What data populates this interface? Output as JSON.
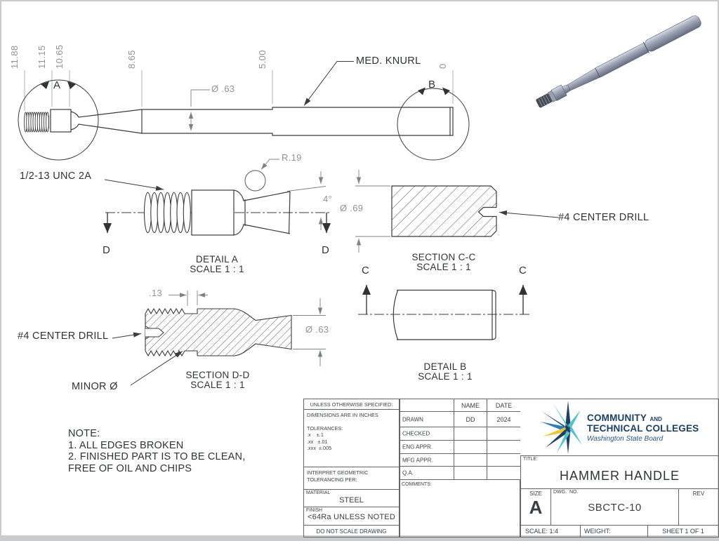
{
  "main_view": {
    "ordinates": [
      {
        "label": "11.88"
      },
      {
        "label": "11.15"
      },
      {
        "label": "10.65"
      },
      {
        "label": "8.65"
      },
      {
        "label": "5.00"
      },
      {
        "label": "0"
      }
    ],
    "knurl_label": "MED. KNURL",
    "diameter": "Ø .63",
    "detail_a_marker": "A",
    "detail_b_marker": "B"
  },
  "detail_a": {
    "title": "DETAIL A",
    "scale": "SCALE 1 : 1",
    "thread_callout": "1/2-13 UNC 2A",
    "fillet_radius": "R.19",
    "taper_angle": "4°",
    "section_marker": "D"
  },
  "section_cc": {
    "title": "SECTION C-C",
    "scale": "SCALE 1 : 1",
    "diameter": "Ø .69",
    "center_drill": "#4 CENTER DRILL"
  },
  "detail_b": {
    "title": "DETAIL B",
    "scale": "SCALE 1 : 1",
    "section_marker": "C"
  },
  "section_dd": {
    "title": "SECTION D-D",
    "scale": "SCALE 1 : 1",
    "relief_width": ".13",
    "diameter": "Ø .63",
    "center_drill": "#4 CENTER DRILL",
    "minor_dia": "MINOR Ø"
  },
  "note": {
    "lines": [
      "NOTE:",
      "1. ALL EDGES BROKEN",
      "2. FINISHED PART IS TO BE CLEAN,",
      "FREE OF OIL AND CHIPS"
    ]
  },
  "title_block": {
    "unless": "UNLESS OTHERWISE SPECIFIED:",
    "dims_in": "DIMENSIONS ARE IN INCHES",
    "tolerances_heading": "TOLERANCES:",
    "tol_x": ".x    ±.1",
    "tol_xx": ".xx   ±.01",
    "tol_xxx": ".xxx  ±.005",
    "interpret1": "INTERPRET GEOMETRIC",
    "interpret2": "TOLERANCING PER:",
    "material_label": "MATERIAL",
    "material_value": "STEEL",
    "finish_label": "FINISH",
    "finish_value": "<64Ra UNLESS NOTED",
    "do_not_scale": "DO NOT SCALE DRAWING",
    "name_header": "NAME",
    "date_header": "DATE",
    "rows": [
      {
        "label": "DRAWN",
        "name": "DD",
        "date": "2024"
      },
      {
        "label": "CHECKED",
        "name": "",
        "date": ""
      },
      {
        "label": "ENG APPR.",
        "name": "",
        "date": ""
      },
      {
        "label": "MFG APPR.",
        "name": "",
        "date": ""
      },
      {
        "label": "Q.A.",
        "name": "",
        "date": ""
      }
    ],
    "comments_label": "COMMENTS:",
    "title_label": "TITLE:",
    "title": "HAMMER HANDLE",
    "size_label": "SIZE",
    "size": "A",
    "dwg_label": "DWG.  NO.",
    "dwg_no": "SBCTC-10",
    "rev_label": "REV",
    "scale": "SCALE: 1:4",
    "weight": "WEIGHT:",
    "sheet": "SHEET 1 OF 1"
  },
  "logo": {
    "community": "COMMUNITY",
    "and": "AND",
    "technical": "TECHNICAL COLLEGES",
    "board": "Washington State Board"
  },
  "colors": {
    "navy": "#1c4064",
    "blue": "#2c7cc3",
    "teal": "#56c3c9",
    "yellow": "#f2c430",
    "dim_gray": "#8f9498",
    "line": "#3b3b3b"
  }
}
